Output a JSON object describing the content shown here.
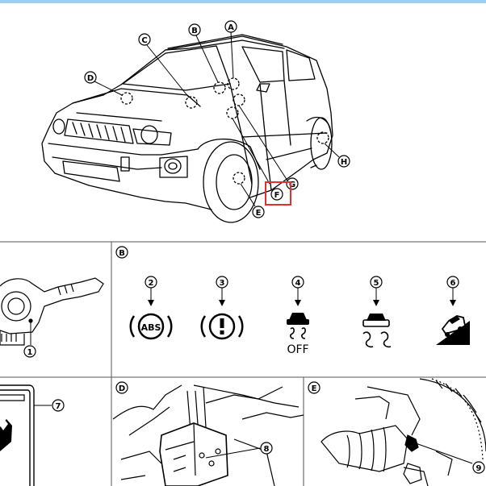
{
  "callouts": {
    "A": "A",
    "B": "B",
    "C": "C",
    "D": "D",
    "E": "E",
    "F": "F",
    "G": "G",
    "H": "H"
  },
  "panels": {
    "b_label": "B",
    "d_label": "D",
    "e_label": "E"
  },
  "items": {
    "n1": "1",
    "n2": "2",
    "n3": "3",
    "n4": "4",
    "n5": "5",
    "n6": "6",
    "n7": "7",
    "n8": "8",
    "n9": "9"
  },
  "indicators": {
    "abs_text": "ABS",
    "off_text": "OFF"
  },
  "colors": {
    "top_bar": "#9ecdf4",
    "highlight": "#e03030",
    "line": "#000000"
  },
  "icons": [
    "abs-warning-icon",
    "brake-warning-icon",
    "vdc-off-icon",
    "slip-indicator-icon",
    "hill-descent-icon"
  ]
}
